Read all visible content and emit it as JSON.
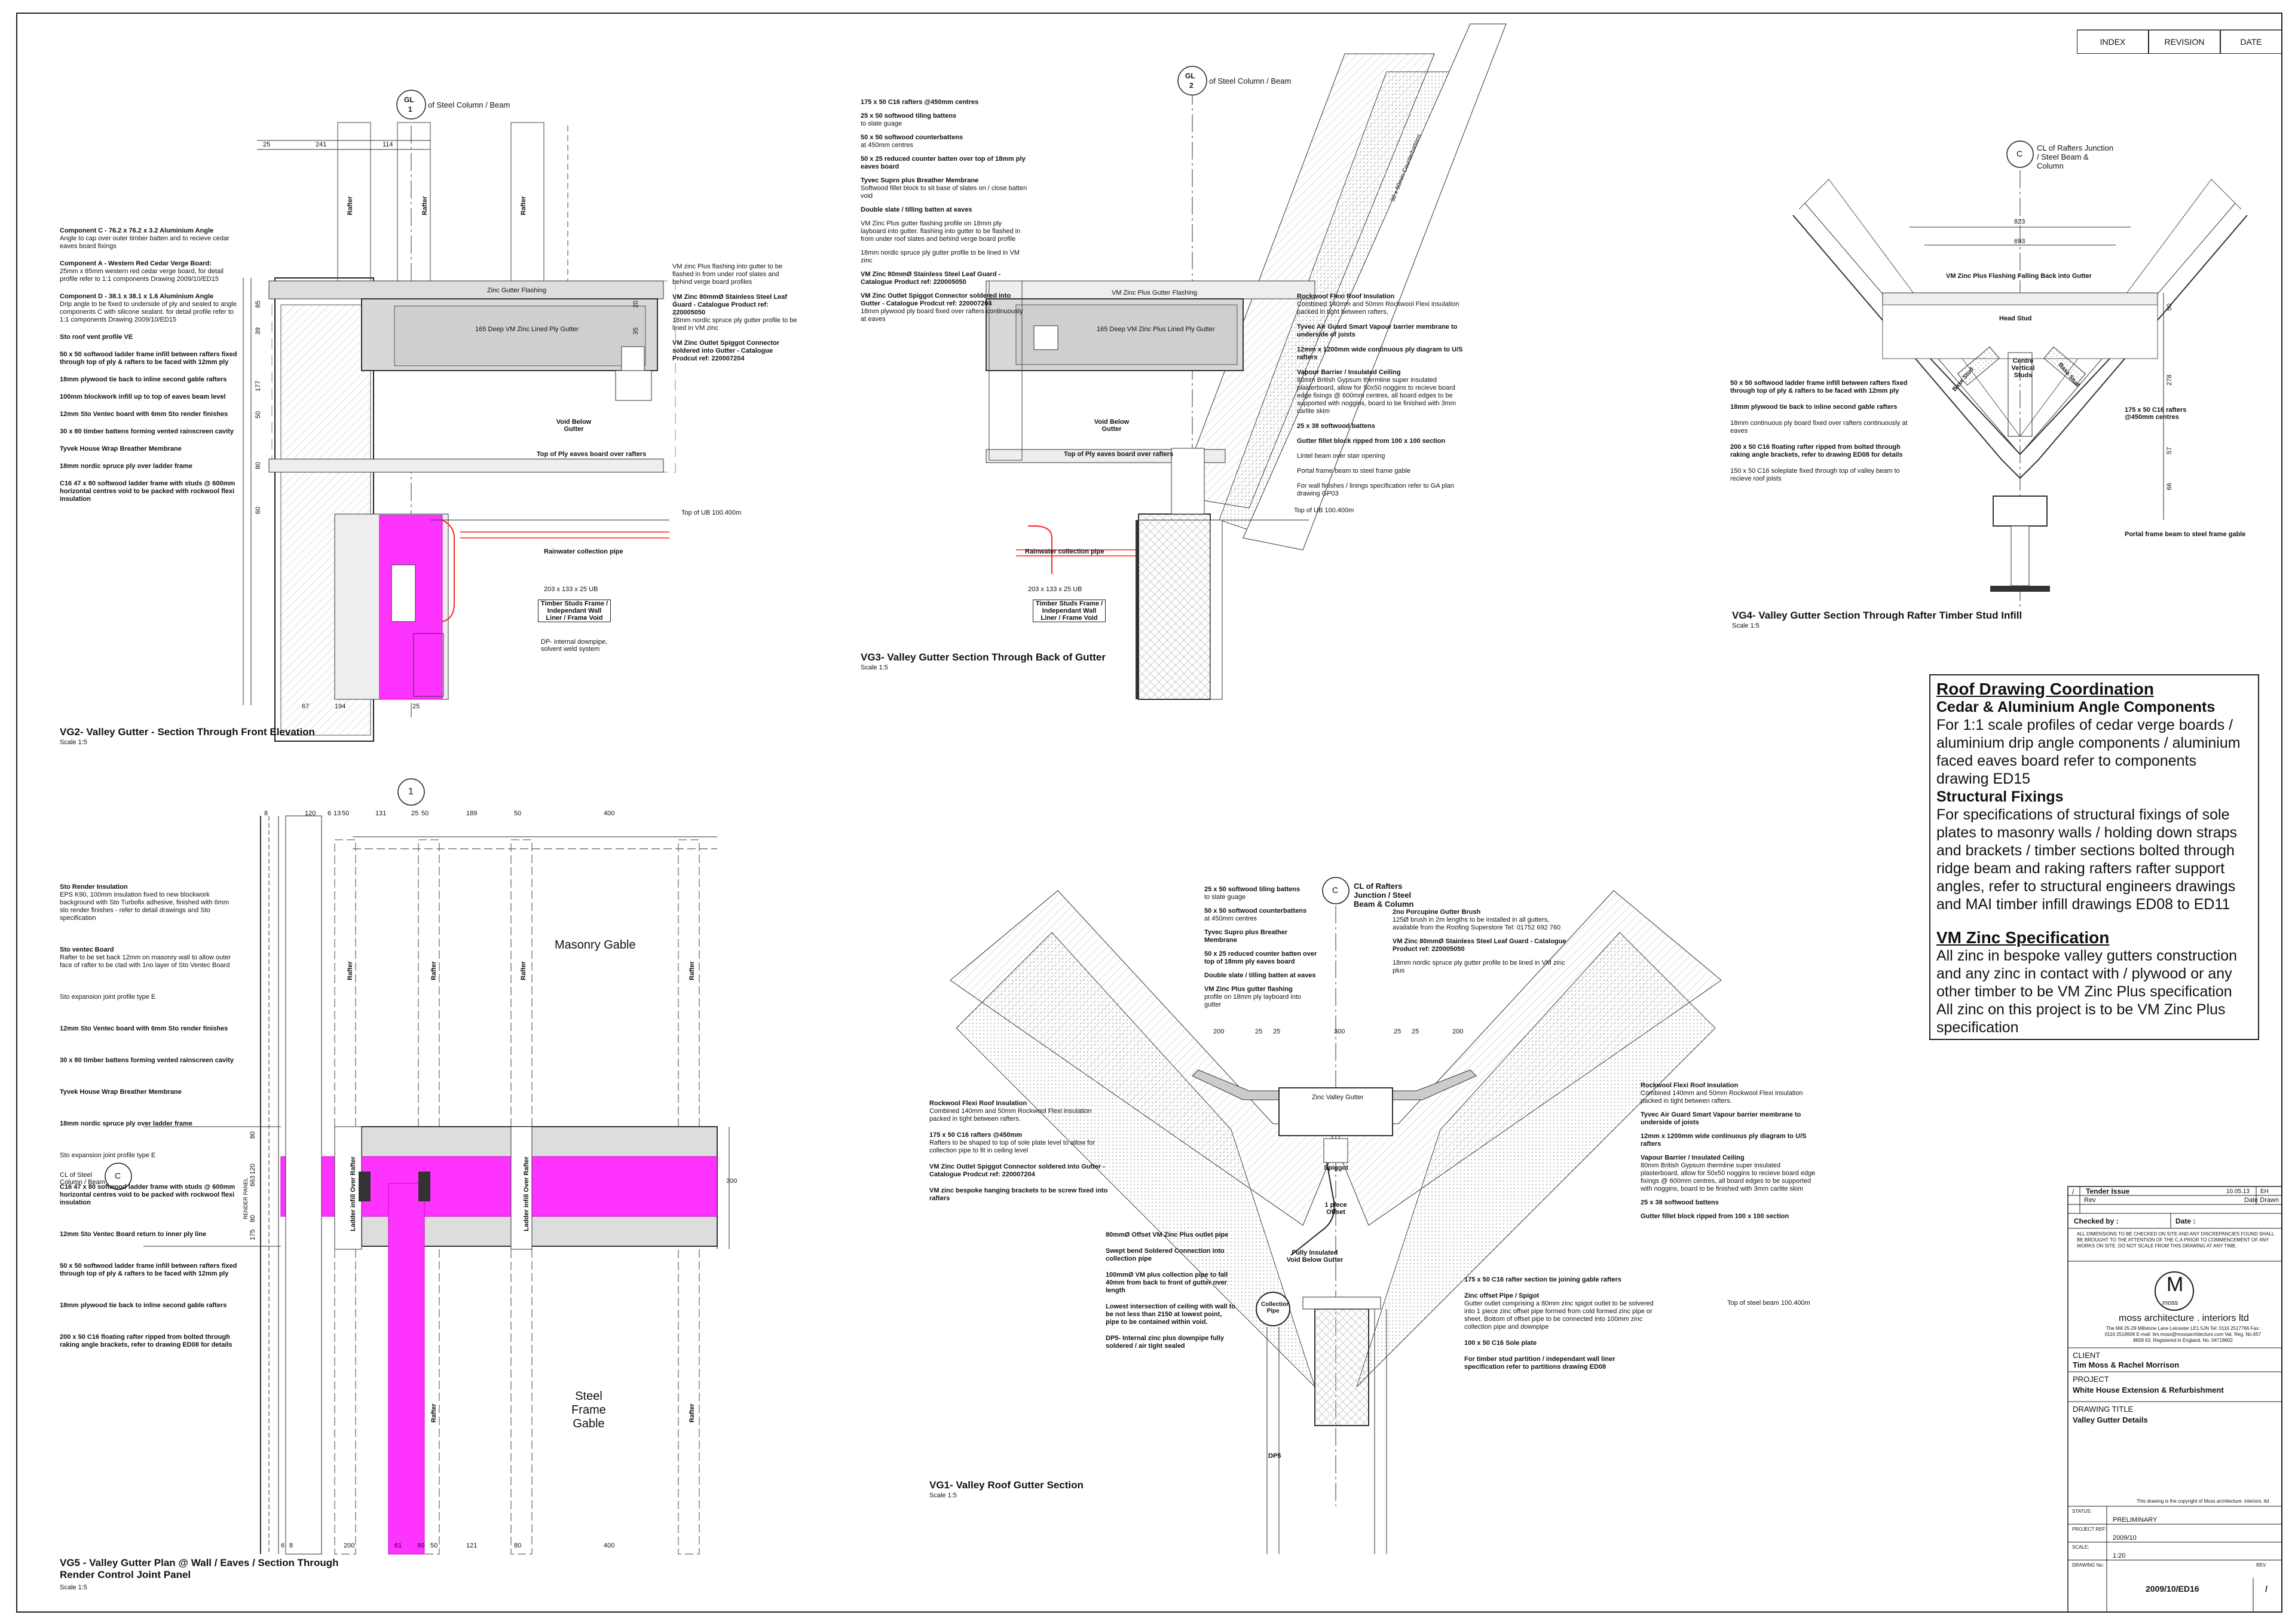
{
  "header": {
    "index": "INDEX",
    "revision": "REVISION",
    "date": "DATE"
  },
  "grid": {
    "gl1_top": "GL",
    "gl1_num": "1",
    "gl1_label": "of Steel Column / Beam",
    "gl2_top": "GL",
    "gl2_num": "2",
    "gl2_label": "of Steel Column / Beam",
    "vg4_c": "C",
    "vg4_label": "CL of Rafters Junction / Steel Beam & Column",
    "vg1_c": "C",
    "vg1_label": "CL of Rafters Junction / Steel Beam & Column",
    "vg5_num": "1",
    "vg5_c": "C"
  },
  "vg2": {
    "title": "VG2- Valley Gutter - Section Through Front Elevation",
    "scale": "Scale 1:5",
    "dims": [
      "25",
      "241",
      "114",
      "85",
      "39",
      "177",
      "50",
      "80",
      "60",
      "50",
      "20",
      "35",
      "67",
      "194",
      "25"
    ],
    "rafter": "Rafter",
    "notes": [
      {
        "h": "Component C - 76.2 x 76.2 x 3.2 Aluminium Angle",
        "t": "Angle to cap over outer timber batten and to recieve cedar eaves board fixings"
      },
      {
        "h": "Component A - Western Red Cedar Verge Board:",
        "t": "25mm x 85mm western red cedar verge board, for detail profile refer to 1:1 components Drawing 2009/10/ED15"
      },
      {
        "h": "Component D - 38.1 x 38.1 x 1.6 Aluminium Angle",
        "t": "Drip angle to be fixed to underside of ply and sealed to angle components C with silicone sealant. for detail profile refer to 1:1 components Drawing 2009/10/ED15"
      },
      {
        "h": "Sto roof vent profile VE",
        "t": ""
      },
      {
        "h": "50 x 50 softwood ladder frame infill between rafters fixed through top of ply & rafters to be faced with 12mm ply",
        "t": ""
      },
      {
        "h": "18mm plywood tie back to inline second gable rafters",
        "t": ""
      },
      {
        "h": "100mm blockwork infill up to top of eaves beam level",
        "t": ""
      },
      {
        "h": "12mm Sto Ventec board with 6mm Sto render finishes",
        "t": ""
      },
      {
        "h": "30 x 80 timber battens forming vented rainscreen cavity",
        "t": ""
      },
      {
        "h": "Tyvek House Wrap Breather Membrane",
        "t": ""
      },
      {
        "h": "18mm nordic spruce ply over ladder frame",
        "t": ""
      },
      {
        "h": "C16 47 x 80 softwood ladder frame with studs @ 600mm horizontal centres void to be packed with rockwool flexi insulation",
        "t": ""
      }
    ],
    "right_notes": [
      {
        "h": "",
        "t": "VM zinc Plus flashing into gutter to be flashed in from under roof slates and behind verge board profiles"
      },
      {
        "h": "VM Zinc 80mmØ Stainless Steel Leaf Guard - Catalogue Product ref: 220005050",
        "t": "18mm nordic spruce ply gutter profile to be lined in VM zinc"
      },
      {
        "h": "VM Zinc Outlet Spiggot Connector soldered into Gutter - Catalogue Prodcut ref: 220007204",
        "t": ""
      }
    ],
    "flashing": "Zinc Gutter Flashing",
    "gutter": "165 Deep VM Zinc Lined Ply Gutter",
    "void": "Void Below Gutter",
    "ply": "Top of Ply eaves board over rafters",
    "ub": "Top of UB 100.400m",
    "rain": "Rainwater collection pipe",
    "beam": "203 x 133 x 25 UB",
    "studs": "Timber Studs Frame / Independant Wall Liner / Frame Void",
    "dp": "DP- internal downpipe, solvent weld system"
  },
  "vg3": {
    "title": "VG3- Valley Gutter Section Through Back of Gutter",
    "scale": "Scale 1:5",
    "notes": [
      {
        "h": "175 x 50 C16 rafters @450mm centres",
        "t": ""
      },
      {
        "h": "25 x 50 softwood tiling battens",
        "t": "to slate guage"
      },
      {
        "h": "50 x 50 softwood counterbattens",
        "t": "at 450mm centres"
      },
      {
        "h": "50 x 25 reduced counter batten over top of 18mm ply eaves board",
        "t": ""
      },
      {
        "h": "Tyvec Supro plus Breather Membrane",
        "t": "Softwood fillet block to sit base of slates on / close batten void"
      },
      {
        "h": "Double slate / tilling batten at eaves",
        "t": ""
      },
      {
        "h": "",
        "t": "VM Zinc Plus gutter flashing profile on 18mm ply layboard into gutter. flashing into gutter to be flashed in from under roof slates and behind verge board profile"
      },
      {
        "h": "",
        "t": "18mm nordic spruce ply gutter profile to be lined in VM zinc"
      },
      {
        "h": "VM Zinc 80mmØ Stainless Steel Leaf Guard - Catalogue Product ref: 220005050",
        "t": ""
      },
      {
        "h": "VM Zinc Outlet Spiggot Connector soldered into Gutter - Catalogue Prodcut ref: 220007204",
        "t": "18mm plywood ply board fixed over rafters continuously at eaves"
      }
    ],
    "right_notes": [
      {
        "h": "Rockwool Flexi Roof Insulation",
        "t": "Combined 140mm and 50mm Rockwool Flexi insulation packed in tight between rafters,"
      },
      {
        "h": "Tyvec Air Guard Smart Vapour barrier membrane to underside of joists",
        "t": ""
      },
      {
        "h": "12mm x 1200mm wide continuous ply diagram to U/S rafters",
        "t": ""
      },
      {
        "h": "Vapour Barrier / Insulated Ceiling",
        "t": "80mm British Gypsum thermline super insulated plasterboard, allow for 50x50 noggins to recieve board edge fixings @ 600mm centres, all board edges to be supported with noggins, board to be finished with 3mm carlite skim"
      },
      {
        "h": "25 x 38 softwood battens",
        "t": ""
      },
      {
        "h": "Gutter fillet block ripped from 100 x 100 section",
        "t": ""
      },
      {
        "h": "",
        "t": "Lintel beam over stair opening"
      },
      {
        "h": "",
        "t": "Portal frame beam to steel frame gable"
      },
      {
        "h": "",
        "t": "For wall finishes / linings specification refer to GA plan drawing GP03"
      }
    ],
    "counterbatten": "50 x 50mm Counterbattens",
    "flashing": "VM Zinc Plus Gutter Flashing",
    "gutter": "165 Deep VM Zinc Plus Lined Ply Gutter",
    "void": "Void Below Gutter",
    "ply": "Top of Ply eaves board over rafters",
    "ub": "Top of UB 100.400m",
    "rain": "Rainwater collection pipe",
    "beam": "203 x 133 x 25 UB",
    "studs": "Timber Studs Frame / Independant Wall Liner / Frame Void"
  },
  "vg4": {
    "title": "VG4- Valley Gutter Section Through Rafter Timber Stud Infill",
    "scale": "Scale 1:5",
    "dims": [
      "823",
      "693",
      "278",
      "50",
      "66",
      "57"
    ],
    "flashing": "VM Zinc Plus Flashing Falling Back into Gutter",
    "head": "Head Stud",
    "centre": "Centre Vertical Studs",
    "base": "Base Stud",
    "notes": [
      {
        "h": "50 x 50 softwood ladder frame infill between rafters fixed through top of ply & rafters to be faced with 12mm ply",
        "t": ""
      },
      {
        "h": "18mm plywood tie back to inline second gable rafters",
        "t": ""
      },
      {
        "h": "",
        "t": "18mm continuous ply board fixed over rafters continuously at eaves"
      },
      {
        "h": "200 x 50 C16 floating rafter ripped from bolted through raking angle brackets, refer to drawing ED08 for details",
        "t": ""
      },
      {
        "h": "",
        "t": "150 x 50 C16 soleplate fixed through top of valley beam to recieve roof joists"
      }
    ],
    "rafters": "175 x 50 C16 rafters @450mm centres",
    "portal": "Portal frame beam to steel frame gable"
  },
  "coord": {
    "h1": "Roof Drawing Coordination",
    "h2a": "Cedar & Aluminium Angle Components",
    "p1": "For 1:1 scale profiles of cedar verge boards / aluminium drip angle components / aluminium faced eaves board refer to components drawing ED15",
    "h2b": "Structural Fixings",
    "p2": "For specifications of structural fixings of sole plates to masonry walls / holding down straps and brackets / timber sections bolted through ridge beam and raking rafters rafter support angles, refer to structural engineers drawings and MAI timber infill drawings ED08 to ED11",
    "h3": "VM Zinc Specification",
    "p3": "All zinc in bespoke valley gutters construction and any zinc in contact with / plywood or any other timber to be VM Zinc Plus specification",
    "p4": "All zinc on this project is to be VM Zinc Plus specification"
  },
  "vg5": {
    "title": "VG5 - Valley Gutter Plan @ Wall / Eaves / Section Through Render Control Joint Panel",
    "scale": "Scale 1:5",
    "dims_top": [
      "8",
      "120",
      "6",
      "13",
      "50",
      "131",
      "25",
      "50",
      "189",
      "50",
      "400"
    ],
    "dims_bot": [
      "6",
      "8",
      "200",
      "61",
      "90",
      "50",
      "121",
      "80",
      "400"
    ],
    "side": [
      "80",
      "120",
      "663",
      "80",
      "175"
    ],
    "masonry": "Masonry Gable",
    "steel": "Steel Frame Gable",
    "rafter": "Rafter",
    "ladder": "Ladder infill Over Rafter",
    "render_panel": "RENDER PANEL",
    "right_dim": "300",
    "cl": "CL of Steel Column / Beam",
    "notes": [
      {
        "h": "Sto Render Insulation",
        "t": "EPS K90, 100mm insulation fixed to new blockwork background with Sto Turbofix adhesive, finished with 6mm sto render finishes - refer to detail drawings and Sto specification"
      },
      {
        "h": "Sto ventec Board",
        "t": "Rafter to be set back 12mm on masonry wall to allow outer face of rafter to be clad with 1no layer of Sto Ventec Board"
      },
      {
        "h": "",
        "t": "Sto expansion joint profile type E"
      },
      {
        "h": "12mm Sto Ventec board with 6mm Sto render finishes",
        "t": ""
      },
      {
        "h": "30 x 80 timber battens forming vented rainscreen cavity",
        "t": ""
      },
      {
        "h": "Tyvek House Wrap Breather Membrane",
        "t": ""
      },
      {
        "h": "18mm nordic spruce ply over ladder frame",
        "t": ""
      },
      {
        "h": "",
        "t": "Sto expansion joint profile type E"
      },
      {
        "h": "C16 47 x 80 softwood ladder frame with studs @ 600mm horizontal centres void to be packed with rockwool flexi insulation",
        "t": ""
      },
      {
        "h": "12mm Sto Ventec Board return to inner ply line",
        "t": ""
      },
      {
        "h": "50 x 50 softwood ladder frame infill between rafters fixed through top of ply & rafters to be faced with 12mm ply",
        "t": ""
      },
      {
        "h": "18mm plywood tie back to inline second gable rafters",
        "t": ""
      },
      {
        "h": "200 x 50 C16 floating rafter ripped from bolted through raking angle brackets, refer to drawing ED08 for details",
        "t": ""
      }
    ]
  },
  "vg1": {
    "title": "VG1- Valley Roof Gutter Section",
    "scale": "Scale 1:5",
    "dims": [
      "200",
      "25",
      "25",
      "300",
      "25",
      "25",
      "200"
    ],
    "zinc_gutter": "Zinc Valley Gutter",
    "spiggot": "Spiggot",
    "offset": "1 piece Offset",
    "void": "Fully Insulated Void Below Gutter",
    "collection": "Collection Pipe",
    "dp": "DP5",
    "notes": [
      {
        "h": "25 x 50 softwood tiling battens",
        "t": "to slate guage"
      },
      {
        "h": "50 x 50 softwood counterbattens",
        "t": "at 450mm centres"
      },
      {
        "h": "Tyvec Supro plus Breather Membrane",
        "t": ""
      },
      {
        "h": "50 x 25 reduced counter batten over top of 18mm ply eaves board",
        "t": ""
      },
      {
        "h": "Double slate / tilling batten at eaves",
        "t": ""
      },
      {
        "h": "VM Zinc Plus gutter flashing",
        "t": "profile on 18mm ply layboard into gutter"
      },
      {
        "h": "Rockwool Flexi Roof Insulation",
        "t": "Combined 140mm and 50mm Rockwool Flexi insulation packed in tight between rafters."
      },
      {
        "h": "175 x 50 C16 rafters @450mm",
        "t": "Rafters to be shaped to top of sole plate level to allow for collection pipe to fit in ceiling level"
      },
      {
        "h": "VM Zinc Outlet Spiggot Connector soldered into Gutter - Catalogue Prodcut ref: 220007204",
        "t": ""
      },
      {
        "h": "VM zinc bespoke hanging brackets to be screw fixed into rafters",
        "t": ""
      },
      {
        "h": "80mmØ Offset VM Zinc Plus outlet pipe",
        "t": ""
      },
      {
        "h": "Swept bend Soldered Connection into collection pipe",
        "t": ""
      },
      {
        "h": "100mmØ VM plus collection pipe to fall 40mm from back to front of gutter over length",
        "t": ""
      },
      {
        "h": "Lowest intersection of ceiling with wall to be not less than 2150 at lowest point, pipe to be contained within void.",
        "t": ""
      },
      {
        "h": "DP5- Internal zinc plus downpipe fully soldered / air tight sealed",
        "t": ""
      }
    ],
    "right_notes": [
      {
        "h": "2no Porcupine Gutter Brush",
        "t": "125Ø brush in 2m lengths to be installed in all gutters, available from the Roofing Superstore Tel: 01752 692 760"
      },
      {
        "h": "VM Zinc 80mmØ Stainless Steel Leaf Guard - Catalogue Product ref: 220005050",
        "t": ""
      },
      {
        "h": "",
        "t": "18mm nordic spruce ply gutter profile to be lined in VM zinc plus"
      },
      {
        "h": "Rockwool Flexi Roof Insulation",
        "t": "Combined 140mm and 50mm Rockwool Flexi insulation packed in tight between rafters."
      },
      {
        "h": "Tyvec Air Guard Smart Vapour barrier membrane to underside of joists",
        "t": ""
      },
      {
        "h": "12mm x 1200mm wide continuous ply diagram to U/S rafters",
        "t": ""
      },
      {
        "h": "Vapour Barrier / Insulated Ceiling",
        "t": "80mm British Gypsum thermline super insulated plasterboard, allow for 50x50 noggins to recieve board edge fixings @ 600mm centres, all board edges to be supported with noggins, board to be finished with 3mm carlite skim"
      },
      {
        "h": "25 x 38 softwood battens",
        "t": ""
      },
      {
        "h": "Gutter fillet block ripped from 100 x 100 section",
        "t": ""
      },
      {
        "h": "175 x 50 C16 rafter section tie joining gable rafters",
        "t": ""
      },
      {
        "h": "Zinc offset Pipe / Spigot",
        "t": "Gutter outlet comprising a 80mm zinc spigot outlet to be solvered into 1 piece zinc offset pipe formed from cold formed zinc pipe or sheet. Bottom of offset pipe to be connected into 100mm zinc collection pipe and downpipe"
      },
      {
        "h": "100 x 50 C16 Sole plate",
        "t": ""
      },
      {
        "h": "For timber stud partition / independant wall liner specification refer to partitions drawing ED08",
        "t": ""
      }
    ],
    "ub": "Top of steel beam 100.400m"
  },
  "titleblock": {
    "rev_mark": "/",
    "rev_text": "Tender Issue",
    "rev_date": "10.05.13",
    "rev_init": "EH",
    "rev_label": "Rev",
    "date_drawn": "Date  Drawn",
    "checked": "Checked by :",
    "date": "Date :",
    "disclaimer": "ALL DIMENSIONS TO BE CHECKED ON SITE AND ANY DISCREPANCIES FOUND SHALL BE BROUGHT TO THE ATTENTION OF THE C.A PRIOR TO COMMENCEMENT OF ANY WORKS ON SITE. DO NOT SCALE FROM THIS DRAWING AT ANY TIME.",
    "logo_letter": "M",
    "logo_word": "moss",
    "firm": "moss architecture . interiors ltd",
    "address": "The Mill 25-29 Millstone Lane Leicester LE1 5JN  Tel: 0116 2517766  Fax: 0116 2518606  E-mail: tim.moss@mossarchitecture.com  Vat. Reg. No.657 8658 63. Registered in England. No. 04718602",
    "client_label": "CLIENT",
    "client": "Tim Moss & Rachel Morrison",
    "project_label": "PROJECT",
    "project": "White House Extension & Refurbishment",
    "title_label": "DRAWING TITLE",
    "title": "Valley Gutter Details",
    "copyright": "This drawing is the copyright of Moss architecture. interiors. ltd",
    "status_label": "STATUS:",
    "status": "PRELIMINARY",
    "ref_label": "PROJECT REF:",
    "ref": "2009/10",
    "scale_label": "SCALE:",
    "scale": "1:20",
    "dwg_label": "DRAWING No:",
    "dwg": "2009/10/ED16",
    "rev2_label": "REV",
    "rev2": "/"
  }
}
